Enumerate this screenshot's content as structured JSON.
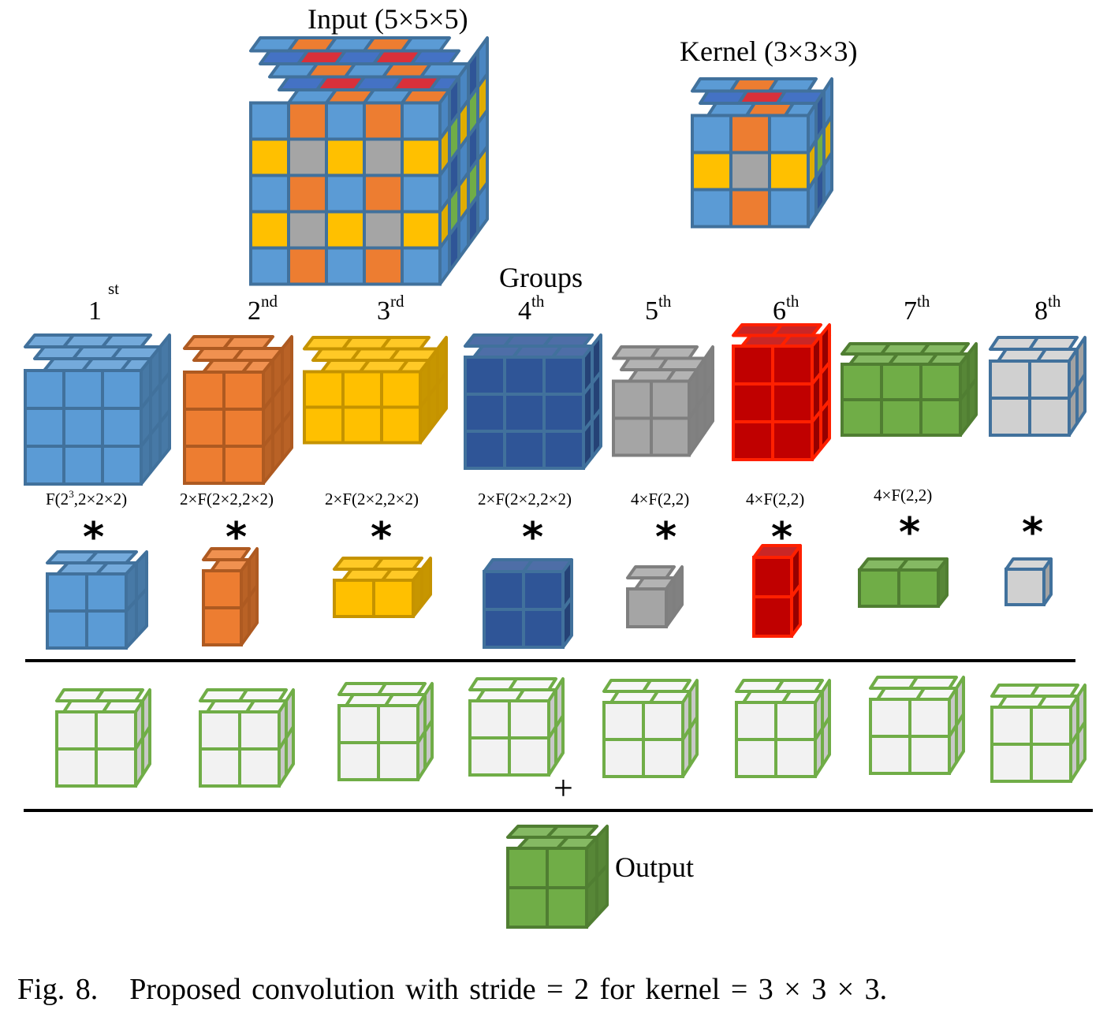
{
  "figure": {
    "input_title": "Input (5×5×5)",
    "kernel_title": "Kernel (3×3×3)",
    "groups_title": "Groups",
    "output_label": "Output",
    "plus_sign": "+",
    "conv_operator": "*",
    "caption": {
      "number": "Fig. 8.",
      "text": "Proposed convolution with stride = 2 for kernel = 3 × 3 × 3."
    }
  },
  "groups": [
    {
      "num": "1",
      "suffix": "st",
      "formula_parts": [
        "F(2",
        "3",
        ",2×2×2)"
      ],
      "color": "#5b9bd5",
      "stroke": "#41719c",
      "block_dims": [
        3,
        3,
        3
      ],
      "kernel_dims": [
        2,
        2,
        2
      ]
    },
    {
      "num": "2",
      "suffix": "nd",
      "formula": "2×F(2×2,2×2)",
      "color": "#ed7d31",
      "stroke": "#ae5a21",
      "block_dims": [
        2,
        3,
        3
      ],
      "kernel_dims": [
        1,
        2,
        2
      ]
    },
    {
      "num": "3",
      "suffix": "rd",
      "formula": "2×F(2×2,2×2)",
      "color": "#ffc000",
      "stroke": "#c59300",
      "block_dims": [
        3,
        2,
        3
      ],
      "kernel_dims": [
        2,
        1,
        2
      ]
    },
    {
      "num": "4",
      "suffix": "th",
      "formula": "2×F(2×2,2×2)",
      "color": "#2f5597",
      "stroke": "#41719c",
      "block_dims": [
        3,
        3,
        2
      ],
      "kernel_dims": [
        2,
        2,
        1
      ]
    },
    {
      "num": "5",
      "suffix": "th",
      "formula": "4×F(2,2)",
      "color": "#a5a5a5",
      "stroke": "#7f7f7f",
      "block_dims": [
        2,
        2,
        3
      ],
      "kernel_dims": [
        1,
        1,
        2
      ]
    },
    {
      "num": "6",
      "suffix": "th",
      "formula": "4×F(2,2)",
      "color": "#c00000",
      "stroke": "#ff2000",
      "block_dims": [
        2,
        3,
        2
      ],
      "kernel_dims": [
        1,
        2,
        1
      ]
    },
    {
      "num": "7",
      "suffix": "th",
      "formula": "4×F(2,2)",
      "color": "#70ad47",
      "stroke": "#507e32",
      "block_dims": [
        3,
        2,
        2
      ],
      "kernel_dims": [
        2,
        1,
        1
      ]
    },
    {
      "num": "8",
      "suffix": "th",
      "formula": "",
      "color": "#d0d0d0",
      "stroke": "#41719c",
      "block_dims": [
        2,
        2,
        2
      ],
      "kernel_dims": [
        1,
        1,
        1
      ]
    }
  ],
  "partial_output": {
    "color": "#f2f2f2",
    "stroke": "#70ad47",
    "dims": [
      2,
      2,
      2
    ],
    "count": 8
  },
  "output": {
    "color": "#70ad47",
    "stroke": "#507e32",
    "dims": [
      2,
      2,
      2
    ]
  },
  "input_pattern": {
    "dims": [
      5,
      5,
      5
    ],
    "colors": {
      "blue": "#5b9bd5",
      "orange": "#ed7d31",
      "yellow": "#ffc000",
      "gray": "#a5a5a5",
      "red": "#d9303a",
      "darkblue": "#4472c4",
      "green": "#70ad47"
    }
  }
}
